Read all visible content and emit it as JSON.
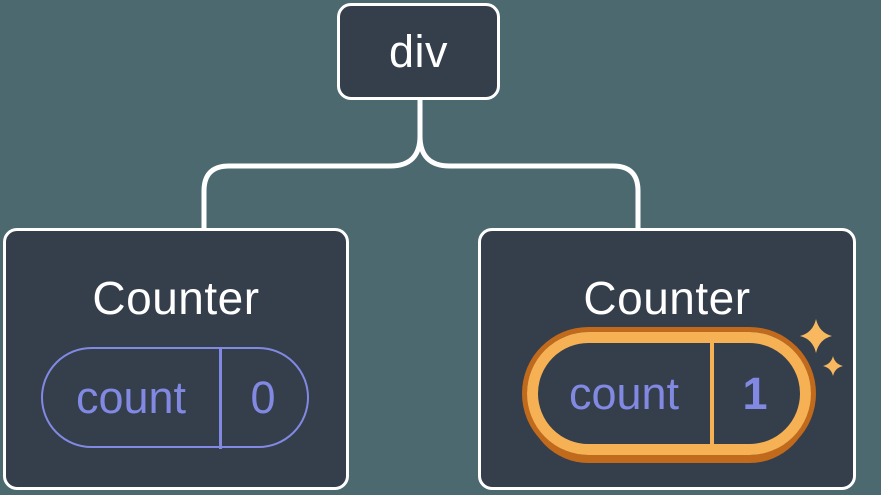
{
  "diagram": {
    "root_node": {
      "label": "div"
    },
    "children": [
      {
        "title": "Counter",
        "state": {
          "key": "count",
          "value": "0"
        },
        "highlighted": false
      },
      {
        "title": "Counter",
        "state": {
          "key": "count",
          "value": "1"
        },
        "highlighted": true
      }
    ]
  },
  "colors": {
    "background": "#4C6970",
    "node_fill": "#353E4B",
    "node_border": "#FFFFFF",
    "connector_line": "#FFFFFF",
    "state_accent": "#8289E2",
    "highlight_light_orange": "#F6B155",
    "highlight_dark_orange": "#C26A1C",
    "sparkle": "#F7B85F"
  },
  "icons": {
    "sparkle": "four-point-star"
  }
}
